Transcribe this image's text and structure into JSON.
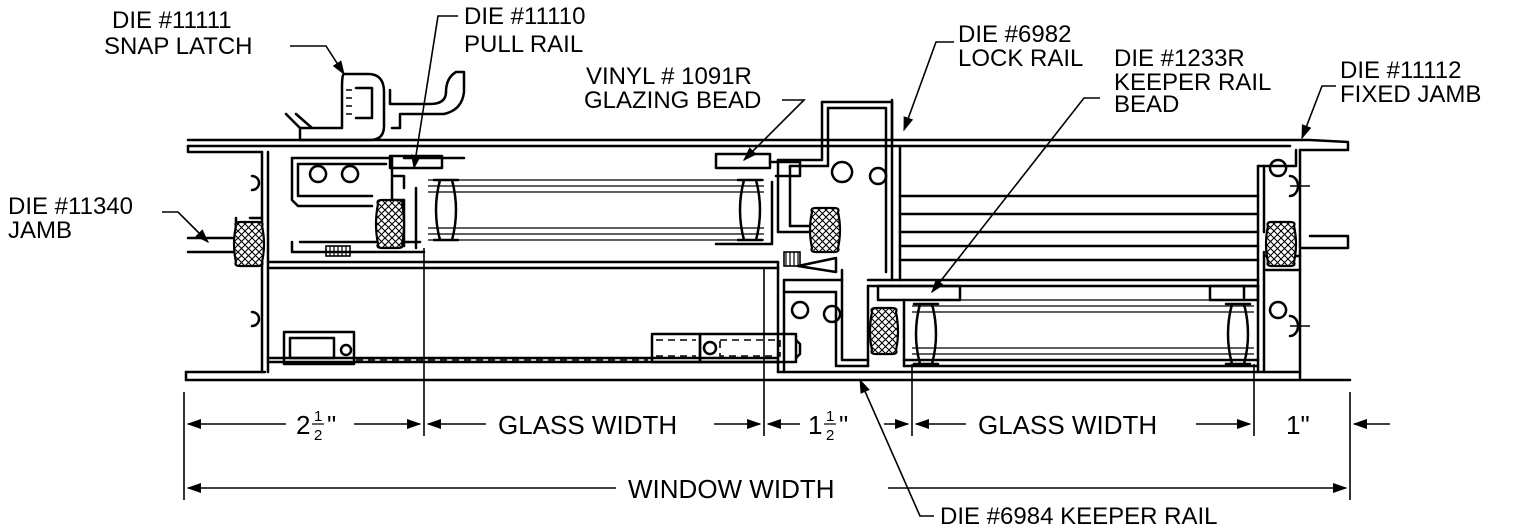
{
  "labels": {
    "snap_latch_die": "DIE #11111",
    "snap_latch_name": "SNAP LATCH",
    "pull_rail_die": "DIE #11110",
    "pull_rail_name": "PULL RAIL",
    "glazing_bead_vinyl": "VINYL # 1091R",
    "glazing_bead_name": "GLAZING BEAD",
    "lock_rail_die": "DIE #6982",
    "lock_rail_name": "LOCK RAIL",
    "keeper_bead_die": "DIE #1233R",
    "keeper_bead_name1": "KEEPER RAIL",
    "keeper_bead_name2": "BEAD",
    "fixed_jamb_die": "DIE #11112",
    "fixed_jamb_name": "FIXED JAMB",
    "jamb_die": "DIE #11340",
    "jamb_name": "JAMB",
    "keeper_rail_label": "DIE #6984 KEEPER RAIL"
  },
  "dimensions": {
    "d1_whole": "2",
    "d1_num": "1",
    "d1_den": "2",
    "inch_mark": "\"",
    "glass_width_1": "GLASS WIDTH",
    "d2_whole": "1",
    "d2_num": "1",
    "d2_den": "2",
    "glass_width_2": "GLASS WIDTH",
    "d3": "1\"",
    "window_width": "WINDOW WIDTH"
  }
}
